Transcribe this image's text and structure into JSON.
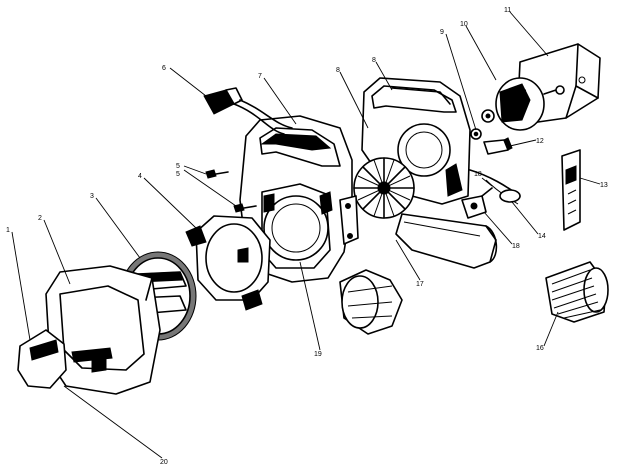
{
  "diagram": {
    "callouts": [
      {
        "id": "c1",
        "text": "1"
      },
      {
        "id": "c2",
        "text": "2"
      },
      {
        "id": "c3",
        "text": "3"
      },
      {
        "id": "c4",
        "text": "4"
      },
      {
        "id": "c5a",
        "text": "5"
      },
      {
        "id": "c5b",
        "text": "5"
      },
      {
        "id": "c6",
        "text": "6"
      },
      {
        "id": "c7",
        "text": "7"
      },
      {
        "id": "c8",
        "text": "8"
      },
      {
        "id": "c9",
        "text": "9"
      },
      {
        "id": "c10",
        "text": "10"
      },
      {
        "id": "c11",
        "text": "11"
      },
      {
        "id": "c12",
        "text": "12"
      },
      {
        "id": "c13",
        "text": "13"
      },
      {
        "id": "c14",
        "text": "14"
      },
      {
        "id": "c15",
        "text": "15"
      },
      {
        "id": "c16",
        "text": "16"
      },
      {
        "id": "c17",
        "text": "17"
      },
      {
        "id": "c18",
        "text": "18"
      },
      {
        "id": "c19",
        "text": "19"
      },
      {
        "id": "c20",
        "text": "20"
      }
    ]
  }
}
